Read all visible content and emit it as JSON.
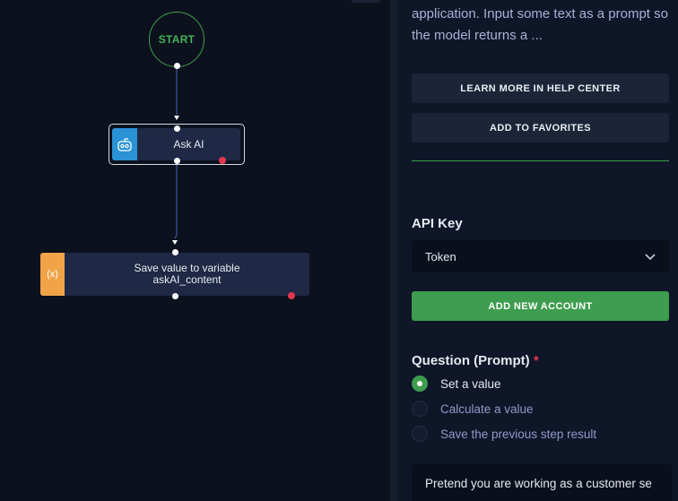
{
  "canvas": {
    "start_label": "START",
    "ask_ai": {
      "label": "Ask AI",
      "icon": "robot-icon",
      "accent": "#2a93d5"
    },
    "save_var": {
      "icon_text": "(x)",
      "line1": "Save value to variable",
      "line2": "askAI_content",
      "accent": "#f0a347"
    }
  },
  "panel": {
    "description": "application. Input some text as a prompt so the model returns a ...",
    "learn_more_label": "LEARN MORE IN HELP CENTER",
    "add_favorites_label": "ADD TO FAVORITES",
    "api_key": {
      "label": "API Key",
      "selected": "Token",
      "add_account_label": "ADD NEW ACCOUNT"
    },
    "question": {
      "label": "Question (Prompt)",
      "required_mark": "*",
      "options": [
        "Set a value",
        "Calculate a value",
        "Save the previous step result"
      ],
      "selected_index": 0,
      "value": "Pretend you are working as a customer se"
    }
  },
  "colors": {
    "accent_green": "#3e9d4e",
    "required_red": "#e2384f",
    "node_bg": "#1f2945"
  }
}
